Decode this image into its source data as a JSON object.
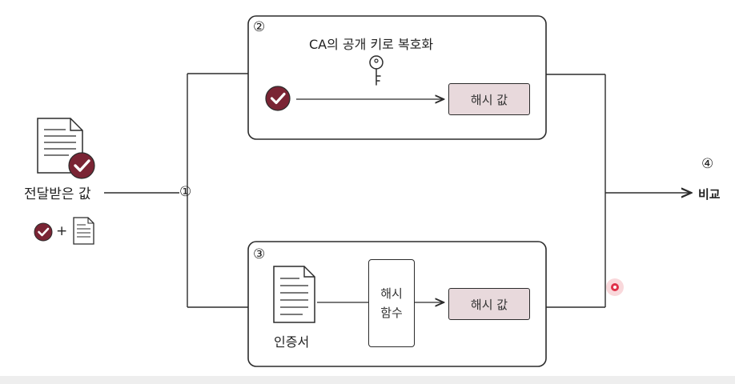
{
  "labels": {
    "received_value": "전달받은 값",
    "plus": "+",
    "step1": "①",
    "step2": "②",
    "step3": "③",
    "step4": "④",
    "decrypt_caption": "CA의 공개 키로 복호화",
    "hash_value_top": "해시 값",
    "hash_value_bottom": "해시 값",
    "hash_function_line1": "해시",
    "hash_function_line2": "함수",
    "certificate": "인증서",
    "compare": "비교"
  },
  "colors": {
    "badge": "#7a2434",
    "pill_fill": "#e8d9dc",
    "stroke": "#2b2b2b",
    "pointer": "#e0324a"
  },
  "icons": [
    "document-icon",
    "check-badge-icon",
    "key-icon",
    "arrow-right-icon",
    "pointer-dot-icon"
  ]
}
